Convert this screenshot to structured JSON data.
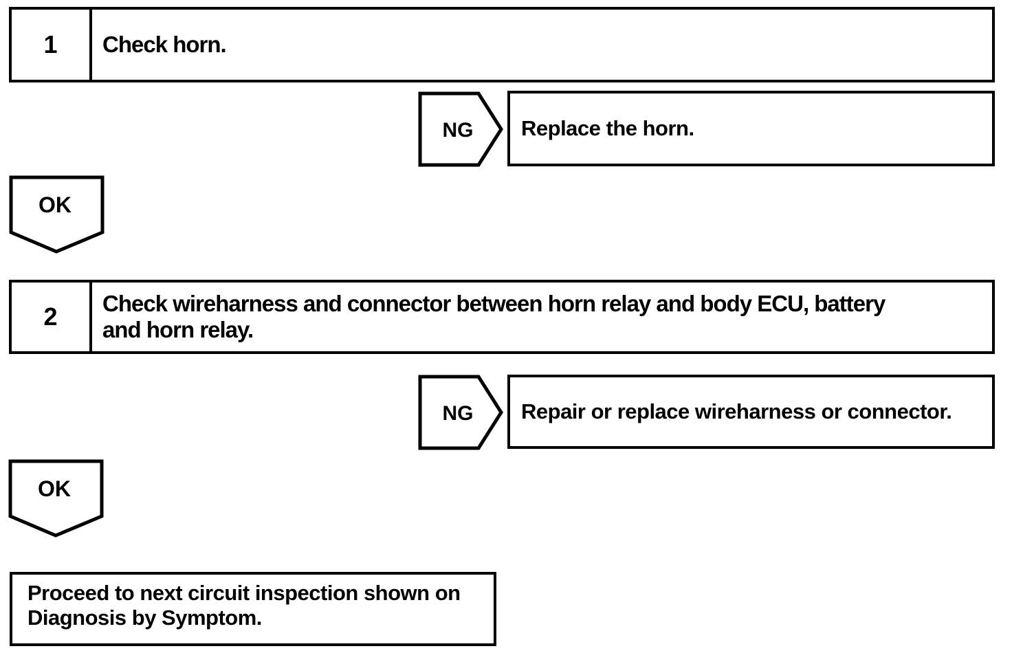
{
  "page": {
    "background": "#ffffff",
    "ink": "#000000",
    "kind": "troubleshooting-flowchart"
  },
  "flowchart": {
    "steps": [
      {
        "number": "1",
        "instruction": "Check horn.",
        "ng": {
          "label": "NG",
          "action": "Replace the horn."
        },
        "ok": {
          "label": "OK"
        }
      },
      {
        "number": "2",
        "instruction_lines": [
          "Check wireharness and connector between horn relay and body ECU, battery",
          "and horn relay."
        ],
        "ng": {
          "label": "NG",
          "action": "Repair or replace wireharness or connector."
        },
        "ok": {
          "label": "OK"
        }
      }
    ],
    "result": {
      "lines": [
        "Proceed to next circuit inspection shown on",
        "Diagnosis by Symptom."
      ]
    }
  }
}
